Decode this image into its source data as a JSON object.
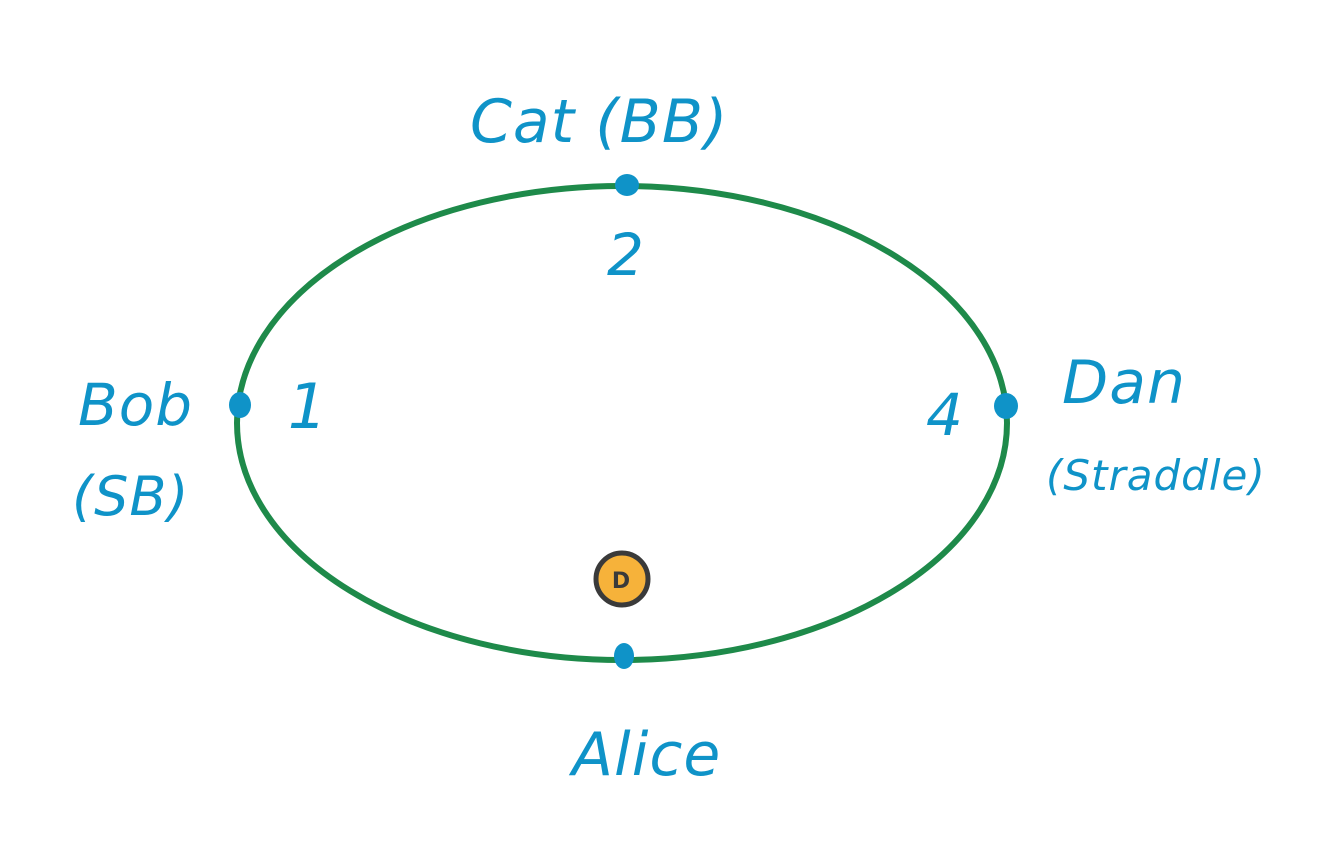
{
  "colors": {
    "table_outline": "#1e8a4a",
    "seat_dot": "#0f93c8",
    "text": "#0f93c8",
    "dealer_fill": "#f6b23a",
    "dealer_outline": "#3a3a3a"
  },
  "players": {
    "cat": {
      "name": "Cat (BB)",
      "seat_number": "2"
    },
    "bob": {
      "name": "Bob",
      "role": "(SB)",
      "seat_number": "1"
    },
    "dan": {
      "name": "Dan",
      "role": "(Straddle)",
      "seat_number": "4"
    },
    "alice": {
      "name": "Alice"
    }
  },
  "dealer_button": {
    "label": "D"
  }
}
